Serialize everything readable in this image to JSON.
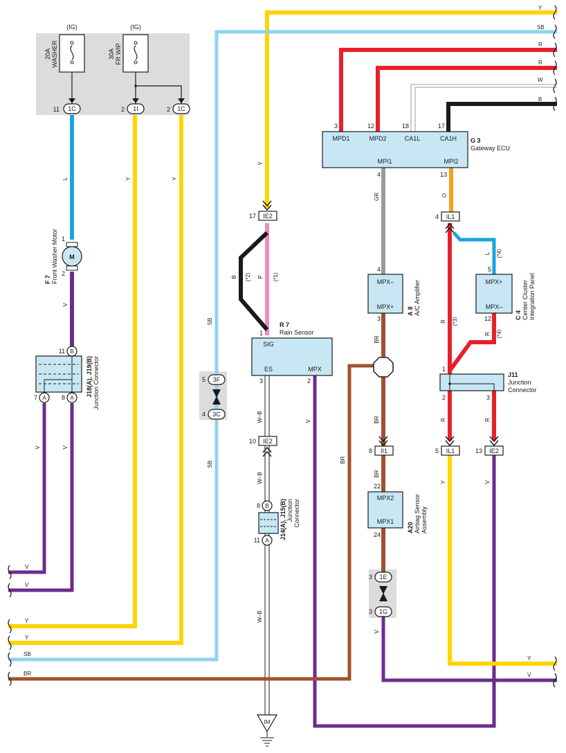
{
  "colors": {
    "yellow": "#ffd400",
    "skyblue": "#8ed3f2",
    "blue": "#1aa3e0",
    "red": "#e8202a",
    "black": "#1a1a1a",
    "purple": "#6c2c8e",
    "brown": "#a05030",
    "pink": "#f08cbc",
    "gray": "#9a9a9a",
    "orange": "#f5a020",
    "box": "#c8e7f5",
    "relay_shade": "#dcdcdc"
  },
  "fuses": {
    "washer": {
      "ig": "(IG)",
      "amp": "20A",
      "name": "WASHER"
    },
    "frwip": {
      "ig": "(IG)",
      "amp": "30A",
      "name": "FR WIP"
    }
  },
  "fuse_pins": {
    "p1": "11",
    "c1": "1C",
    "p2": "2",
    "c2": "1I",
    "p3": "2",
    "c3": "1C"
  },
  "components": {
    "f7": {
      "id": "F 7",
      "name": "Front Washer Motor",
      "symbol": "M",
      "pin_top": "1",
      "pin_bottom": "2"
    },
    "j18": {
      "id": "J18(A), J19(B)",
      "name": "Junction Connector",
      "pin_b": "11",
      "tag_b": "B",
      "pin_a1": "7",
      "tag_a1": "A",
      "pin_a2": "8",
      "tag_a2": "A"
    },
    "g3": {
      "id": "G 3",
      "name": "Gateway ECU",
      "pins": [
        "MPD1",
        "MPD2",
        "CA1L",
        "CA1H",
        "MPI1",
        "MPI2"
      ],
      "pin_nums": [
        "3",
        "12",
        "18",
        "17",
        "4",
        "13"
      ]
    },
    "r7": {
      "id": "R 7",
      "name": "Rain Sensor",
      "sig": "SIG",
      "es": "ES",
      "mpx": "MPX",
      "pin_sig": "1",
      "pin_es": "3",
      "pin_mpx": "2"
    },
    "a8": {
      "id": "A 8",
      "name": "A/C Amplifier",
      "p1": "MPX–",
      "p2": "MPX+",
      "pin_top": "4",
      "pin_bottom": "3"
    },
    "c4": {
      "id": "C 4",
      "name1": "Center Cluster",
      "name2": "Integration Panel",
      "p1": "MPX+",
      "p2": "MPX–",
      "pin_top": "5",
      "pin_bottom": "12"
    },
    "j11": {
      "id": "J11",
      "name1": "Junction",
      "name2": "Connector",
      "pin_in": "1",
      "pin_o1": "2",
      "pin_o2": "3"
    },
    "a20": {
      "id": "A20",
      "name1": "Airbag Sensor",
      "name2": "Assembly",
      "p1": "MPX2",
      "p2": "MPX1",
      "pin_top": "22",
      "pin_bottom": "24"
    },
    "j14": {
      "id": "J14(A), J15(B)",
      "name1": "Junction",
      "name2": "Connector",
      "pin_b": "8",
      "tag_b": "B",
      "pin_a": "11",
      "tag_a": "A"
    }
  },
  "connectors": {
    "ie2a": {
      "pin": "17",
      "label": "IE2"
    },
    "ie2b": {
      "pin": "10",
      "label": "IE2"
    },
    "il1a": {
      "pin": "4",
      "label": "IL1"
    },
    "ii1": {
      "pin": "8",
      "label": "II1"
    },
    "il1b": {
      "pin": "5",
      "label": "IL1"
    },
    "ie2c": {
      "pin": "13",
      "label": "IE2"
    },
    "c3f": {
      "pin": "5",
      "label": "3F"
    },
    "c3c": {
      "pin": "4",
      "label": "3C"
    },
    "c1e": {
      "pin": "3",
      "label": "1E"
    },
    "c1g": {
      "pin": "3",
      "label": "1G"
    },
    "ground": {
      "label": "IM"
    }
  },
  "wire_labels": {
    "l": "L",
    "y1": "Y",
    "y2": "Y",
    "v1": "V",
    "v2": "V",
    "v3": "V",
    "sb1": "SB",
    "sb2": "SB",
    "y_ie2": "Y",
    "b": "B",
    "p": "P",
    "star2": "(*2)",
    "star1": "(*1)",
    "wb1": "W–B",
    "wb2": "W–B",
    "wb3": "W–B",
    "v_r7": "V",
    "br1": "BR",
    "gr": "GR",
    "br2": "BR",
    "br3": "BR",
    "br4": "BR",
    "v_1g": "V",
    "o": "O",
    "l2": "L",
    "star4a": "(*4)",
    "r1": "R",
    "star3": "(*3)",
    "r2": "R",
    "star4b": "(*4)",
    "r3": "R",
    "r4": "R",
    "y_il1": "Y",
    "v_ie2": "V"
  },
  "right_edge": [
    "Y",
    "SB",
    "R",
    "R",
    "W",
    "B"
  ],
  "left_edge": [
    "V",
    "V",
    "Y",
    "Y",
    "SB",
    "BR"
  ],
  "bottom_right": [
    "Y",
    "V"
  ]
}
